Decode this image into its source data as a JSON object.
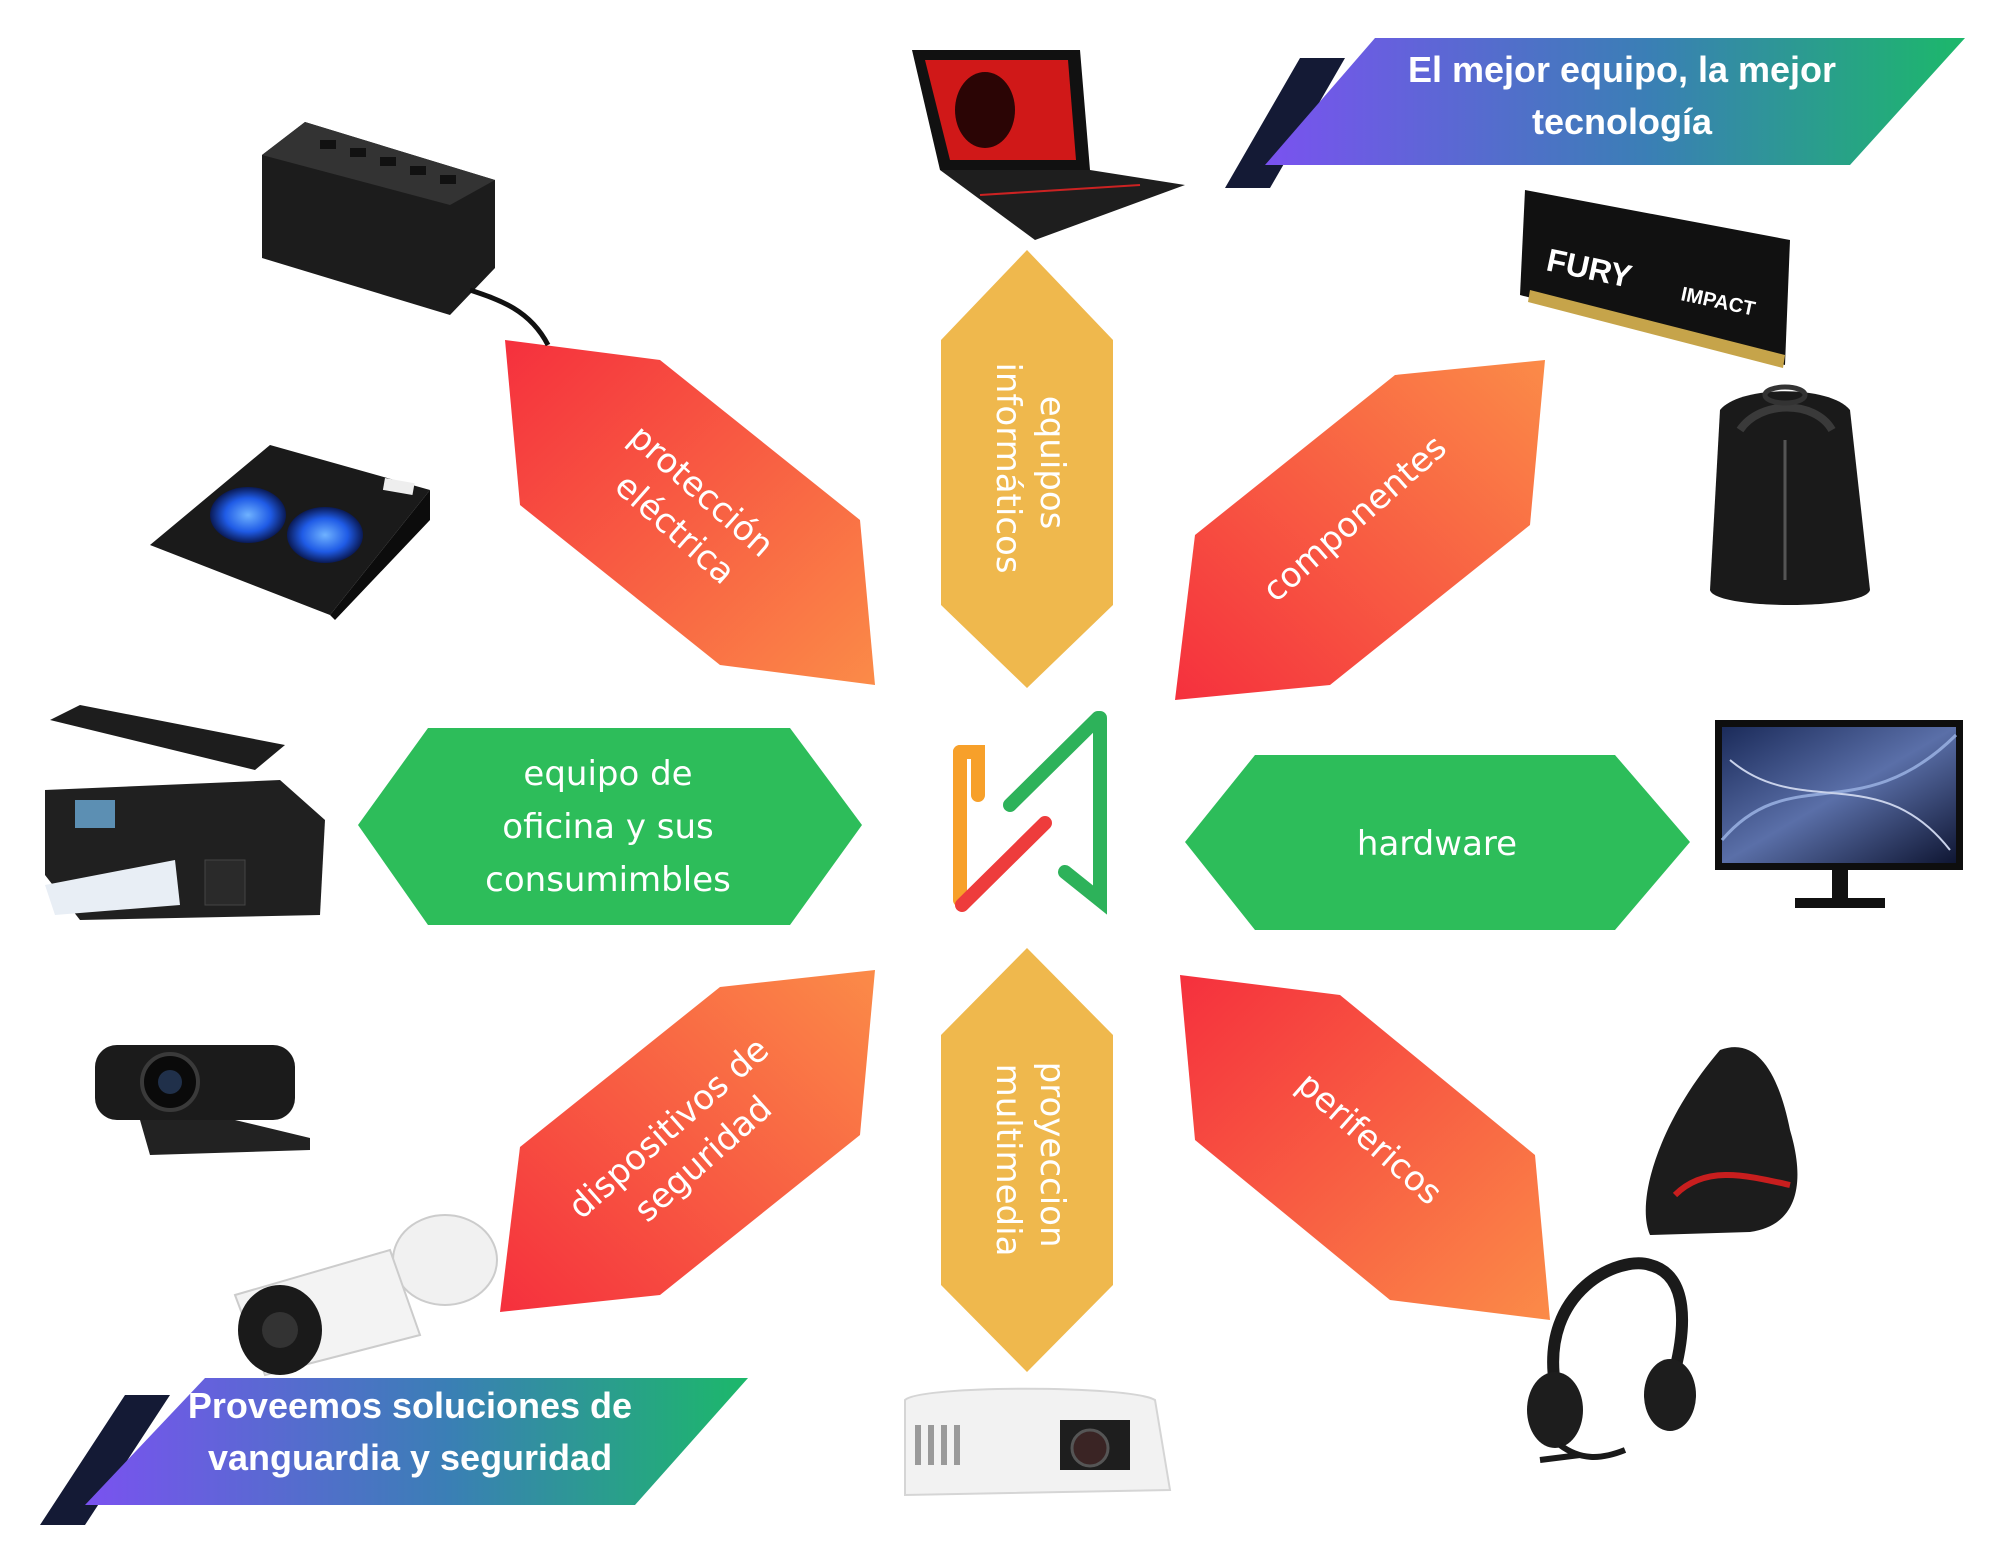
{
  "banners": {
    "top": {
      "line1": "El mejor equipo, la mejor",
      "line2": "tecnología"
    },
    "bottom": {
      "line1": "Proveemos soluciones de",
      "line2": "vanguardia y seguridad"
    }
  },
  "categories": {
    "proteccion": {
      "line1": "protección",
      "line2": "eléctrica"
    },
    "equipos": {
      "line1": "equipos",
      "line2": "informáticos"
    },
    "componentes": {
      "line1": "componentes"
    },
    "oficina": {
      "line1": "equipo de",
      "line2": "oficina y sus",
      "line3": "consumimbles"
    },
    "hardware": {
      "line1": "hardware"
    },
    "seguridad": {
      "line1": "dispositivos de",
      "line2": "seguridad"
    },
    "proyeccion": {
      "line1": "proyeccion",
      "line2": "multimedia"
    },
    "perifericos": {
      "line1": "perifericos"
    }
  },
  "colors": {
    "orange_red_start": "#f5303d",
    "orange_red_end": "#fb8b48",
    "yellow": "#efb84d",
    "green": "#2dbd5a",
    "banner_purple": "#7a52f0",
    "banner_teal": "#1cb86a",
    "banner_shadow": "#141a35",
    "logo_orange": "#f7a02a",
    "logo_green": "#2db25a",
    "logo_red": "#ee3c3c"
  },
  "products": [
    "ups-battery-image",
    "laptop-image",
    "ram-memory-image",
    "cooling-pad-image",
    "backpack-image",
    "printer-image",
    "monitor-image",
    "webcam-image",
    "vertical-mouse-image",
    "security-camera-image",
    "projector-image",
    "headset-image"
  ]
}
